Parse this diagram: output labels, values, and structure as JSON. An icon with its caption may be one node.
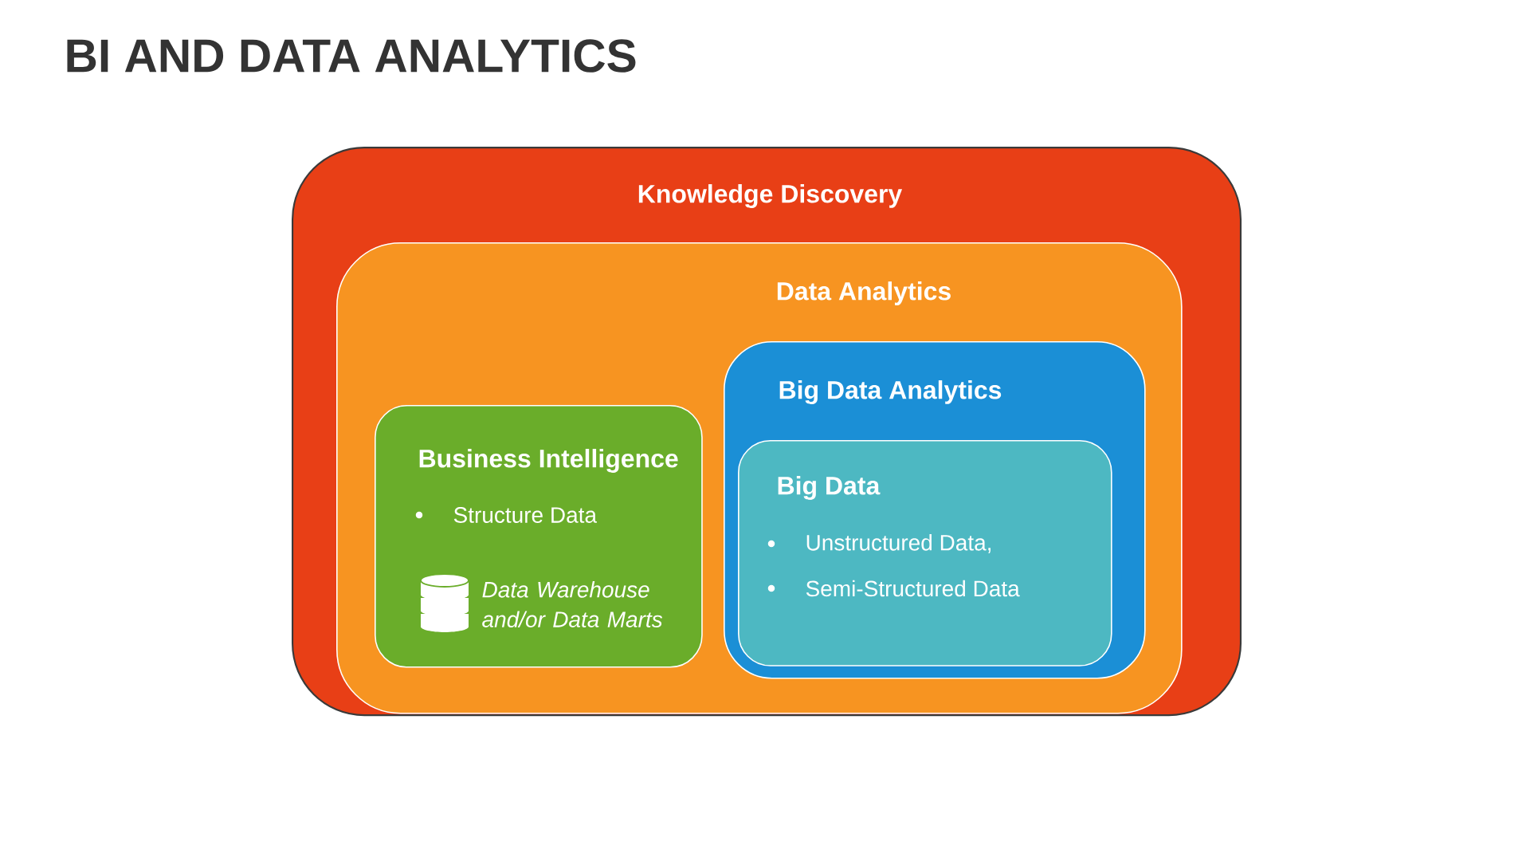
{
  "diagram": {
    "title": "BI AND DATA ANALYTICS",
    "nodes": [
      {
        "text": [
          "Knowledge Discovery"
        ]
      },
      {
        "text": [
          "Data Analytics"
        ],
        "in": 0
      },
      {
        "text": [
          "Business Intelligence",
          "Structure Data",
          "Data Warehouse and/or Data Marts"
        ],
        "in": 1
      },
      {
        "text": [
          "Big Data Analytics"
        ],
        "in": 1
      },
      {
        "text": [
          "Big Data",
          "Unstructured Data,",
          "Semi-Structured Data"
        ],
        "in": 3
      }
    ]
  }
}
